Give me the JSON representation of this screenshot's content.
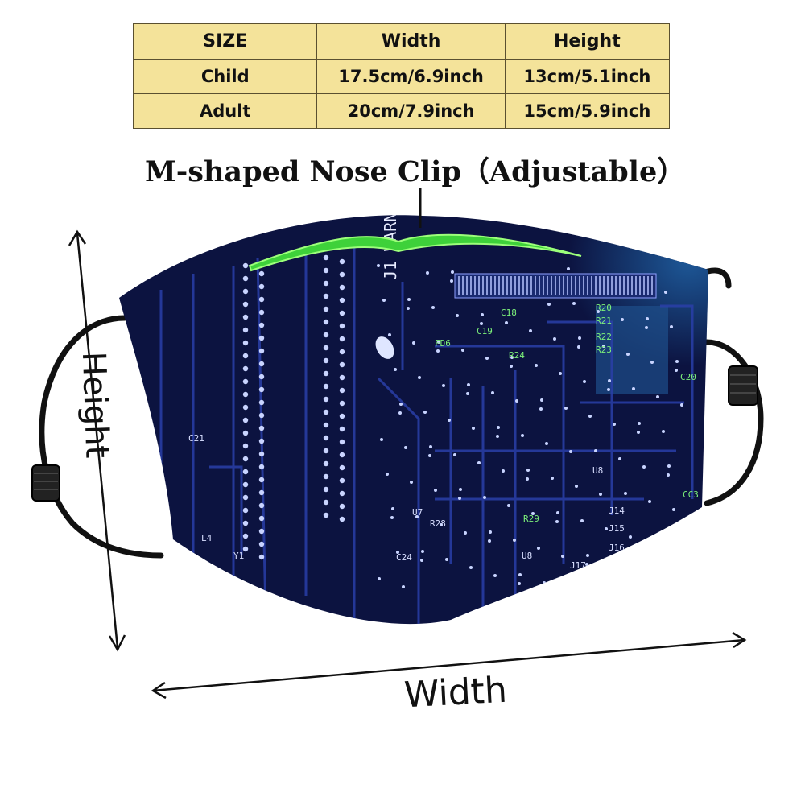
{
  "size_table": {
    "header": {
      "size": "SIZE",
      "width": "Width",
      "height": "Height"
    },
    "rows": [
      {
        "size": "Child",
        "width": "17.5cm/6.9inch",
        "height": "13cm/5.1inch"
      },
      {
        "size": "Adult",
        "width": "20cm/7.9inch",
        "height": "15cm/5.9inch"
      }
    ]
  },
  "nose_clip_label": "M-shaped Nose Clip（Adjustable）",
  "dimension_labels": {
    "height": "Height",
    "width": "Width"
  },
  "pcb_labels": [
    "J1 WARN",
    "FD6",
    "C18",
    "C19",
    "R24",
    "R20",
    "R21",
    "R22",
    "R23",
    "C20",
    "CC3",
    "U8",
    "U7",
    "R28",
    "R29",
    "J14",
    "J15",
    "J16",
    "J17",
    "C24",
    "C21",
    "L4",
    "Y1",
    "U8"
  ],
  "colors": {
    "table_fill": "#f4e39a",
    "mask_fabric": "#0c1340",
    "trace_blue": "#2a3fa8",
    "nose_clip_green": "#3ed13a",
    "pcb_label_green": "#7cf07a",
    "ear_loop": "#111111"
  }
}
